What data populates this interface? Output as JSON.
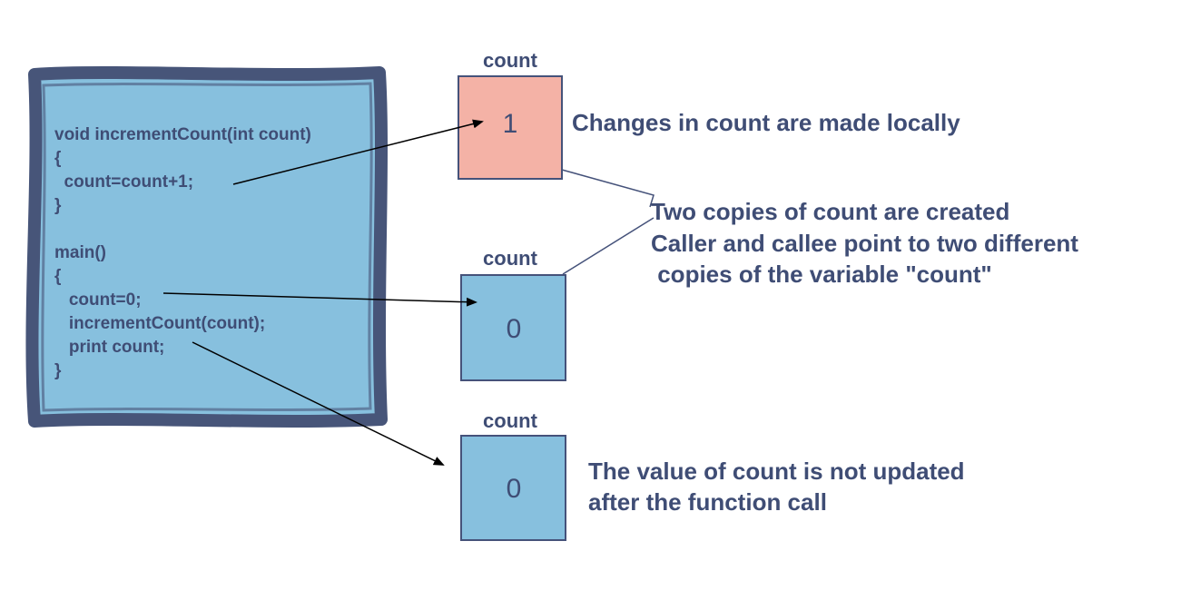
{
  "code": {
    "lines": [
      "void incrementCount(int count)",
      "{",
      "  count=count+1;",
      "}",
      "",
      "main()",
      "{",
      "   count=0;",
      "   incrementCount(count);",
      "   print count;",
      "}"
    ]
  },
  "variables": [
    {
      "label": "count",
      "value": "1",
      "fill": "#f4b2a6"
    },
    {
      "label": "count",
      "value": "0",
      "fill": "#87c0de"
    },
    {
      "label": "count",
      "value": "0",
      "fill": "#87c0de"
    }
  ],
  "annotations": {
    "local_changes": "Changes in count are made locally",
    "two_copies": [
      "Two copies of count are created",
      "Caller and callee point to two different",
      " copies of the variable \"count\""
    ],
    "not_updated": [
      "The value of count is not updated",
      "after the function call"
    ]
  },
  "colors": {
    "code_fill": "#87c0de",
    "code_border": "#475579",
    "text": "#3f4d75",
    "local_box": "#f4b2a6",
    "box": "#87c0de"
  }
}
